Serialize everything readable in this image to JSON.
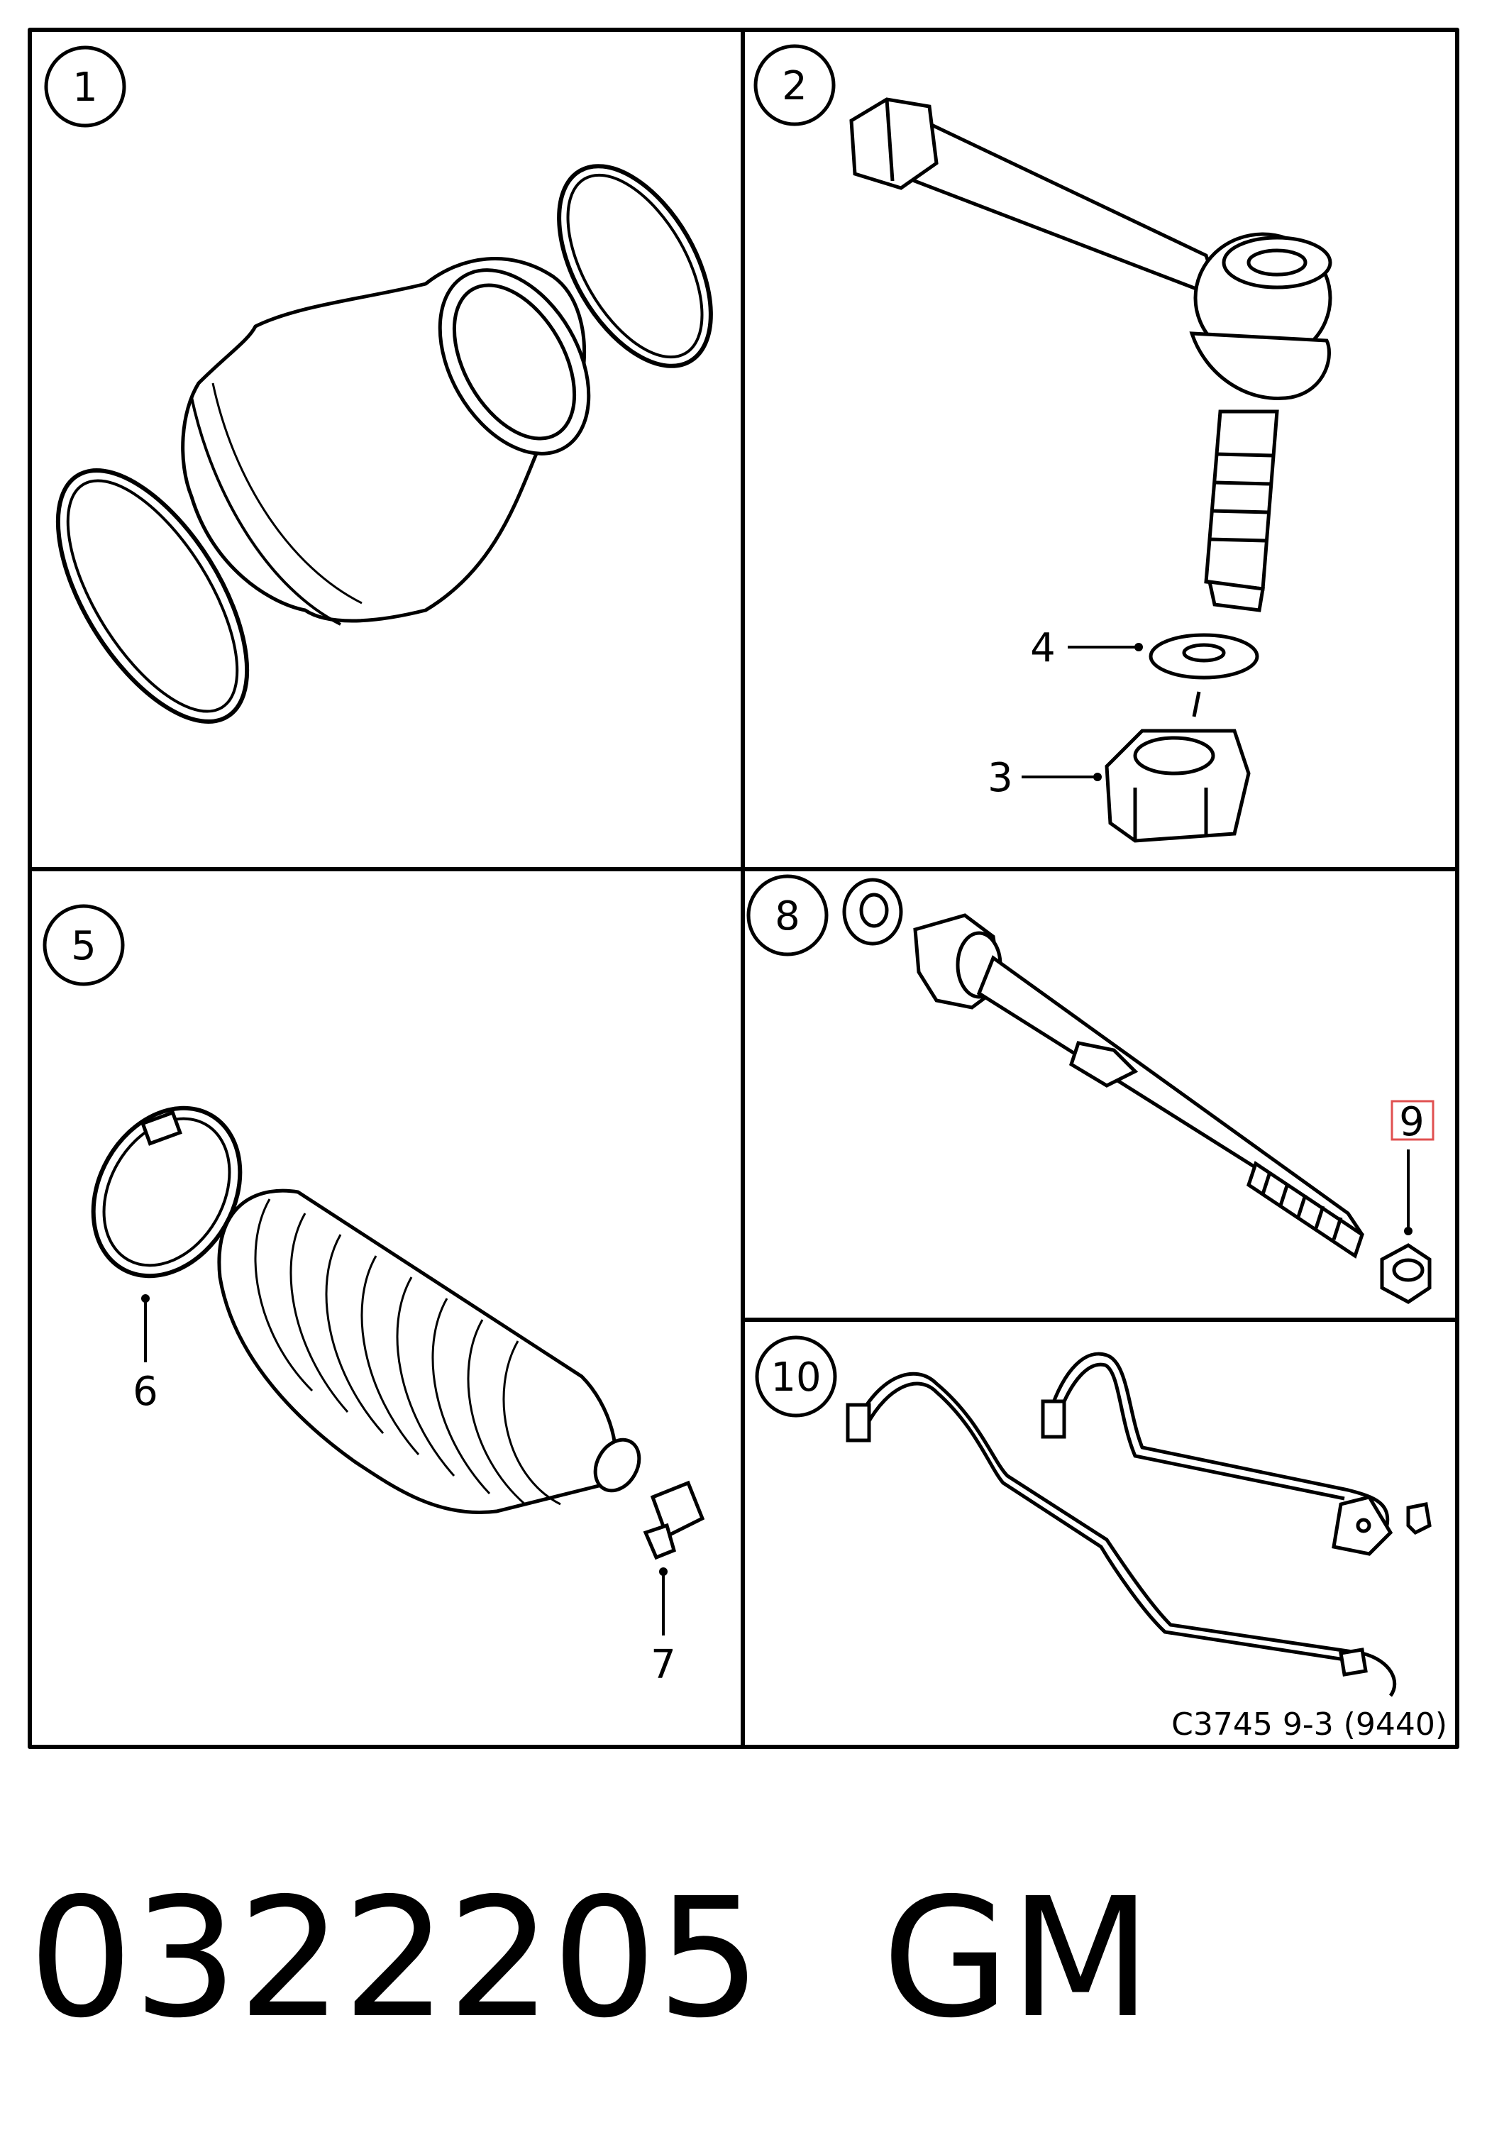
{
  "panels": [
    {
      "number": "1",
      "parts": []
    },
    {
      "number": "2",
      "parts": [
        "4",
        "3"
      ]
    },
    {
      "number": "5",
      "parts": [
        "6",
        "7"
      ]
    },
    {
      "number": "8",
      "parts": [
        "9"
      ]
    },
    {
      "number": "10",
      "parts": []
    }
  ],
  "reference_code": "C3745 9-3 (9440)",
  "footer": {
    "part_number": "0322205",
    "brand": "GM"
  },
  "colors": {
    "line": "#000000",
    "highlight": "#e05050"
  }
}
